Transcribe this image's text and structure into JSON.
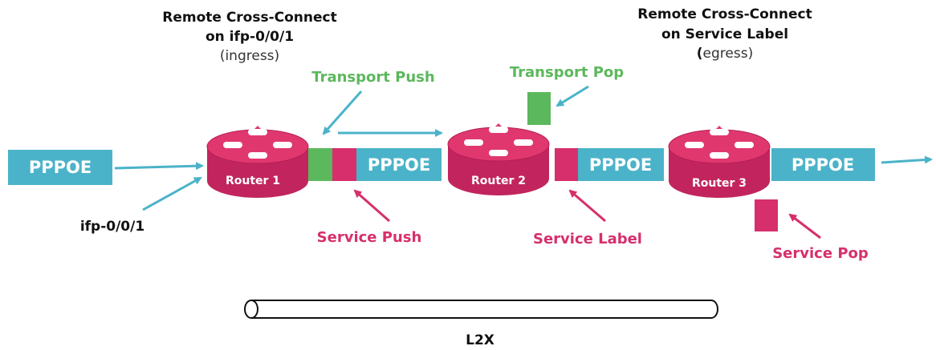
{
  "colors": {
    "teal": "#4bb3c9",
    "green": "#5cb85c",
    "pink": "#d62f6c",
    "router": "#d92e6b"
  },
  "headers": {
    "ingress": {
      "line1": "Remote Cross-Connect",
      "line2": "on ifp-0/0/1",
      "line3": "(ingress)"
    },
    "egress": {
      "line1": "Remote Cross-Connect",
      "line2": "on Service Label",
      "line3_paren": "(",
      "line3_rest": "egress)"
    }
  },
  "pppoe_label": "PPPOE",
  "routers": [
    "Router 1",
    "Router  2",
    "Router  3"
  ],
  "labels": {
    "transport_push": "Transport Push",
    "transport_pop": "Transport Pop",
    "service_push": "Service Push",
    "service_label": "Service Label",
    "service_pop": "Service Pop",
    "interface": "ifp-0/0/1",
    "tunnel": "L2X"
  }
}
